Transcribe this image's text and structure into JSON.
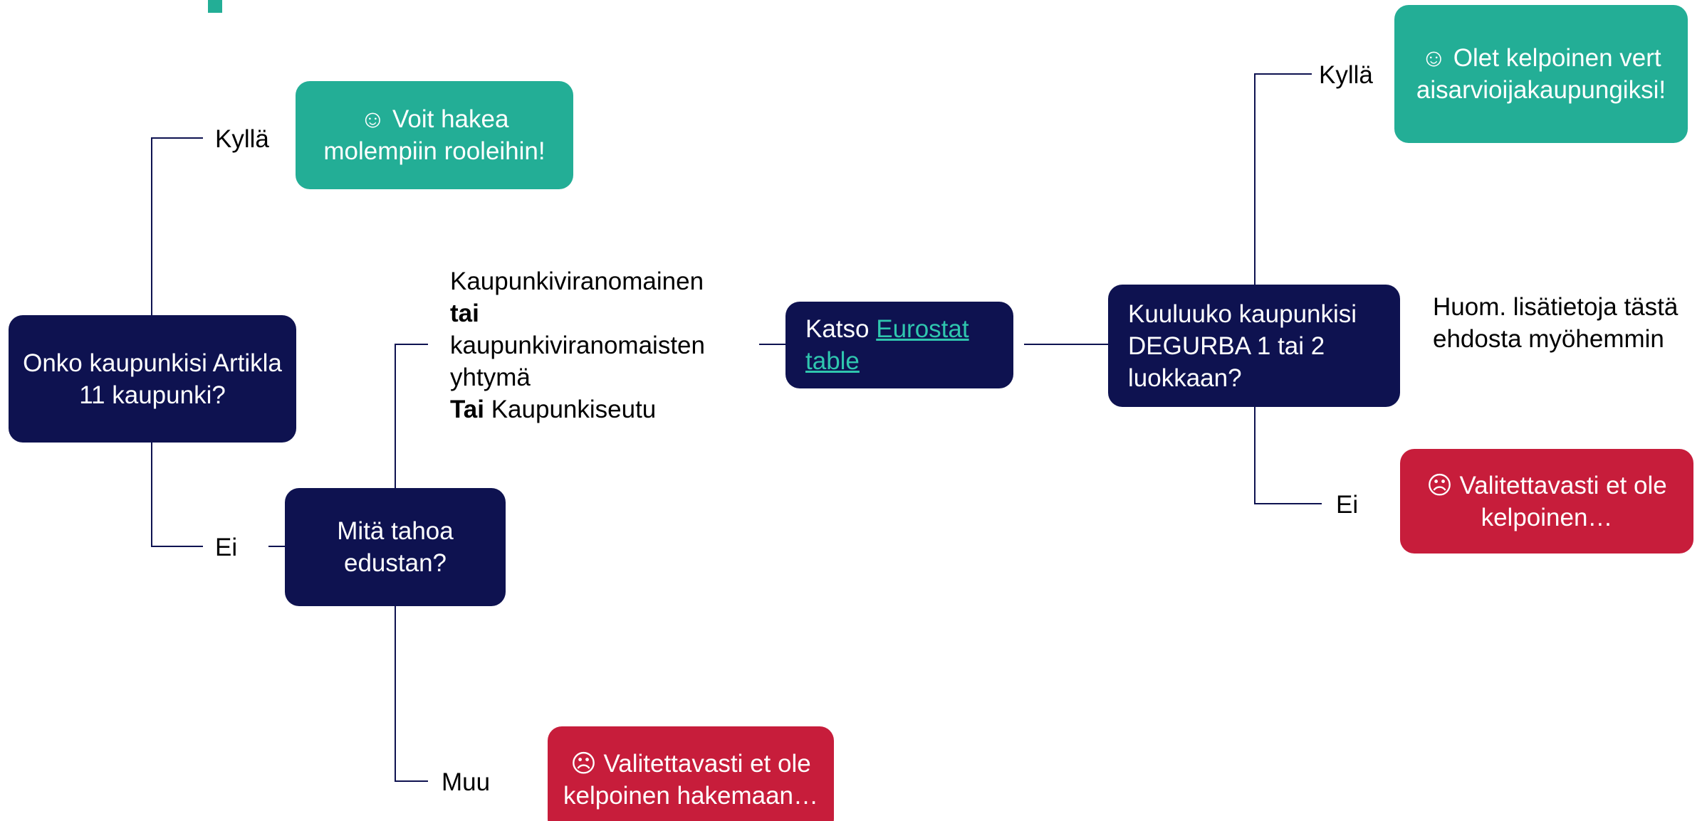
{
  "colors": {
    "navy": "#0e1250",
    "teal": "#23ae96",
    "red": "#c71d3b",
    "link": "#2fc6ae",
    "connector": "#0e1250"
  },
  "nodes": {
    "q_article11": "Onko kaupunkisi Artikla 11 kaupunki?",
    "yes_both_roles": "☺ Voit hakea molempiin rooleihin!",
    "q_which_entity": "Mitä tahoa edustan?",
    "no_muu": "☹ Valitettavasti et ole kelpoinen hakemaan…",
    "eurostat_prefix": "Katso ",
    "eurostat_link": "Eurostat table",
    "q_degurba": "Kuuluuko kaupunkisi DEGURBA 1 tai 2 luokkaan?",
    "yes_peer": "☺ Olet kelpoinen vertaisarvioijakaupungiksi!",
    "no_degurba": "☹ Valitettavasti et ole kelpoinen…"
  },
  "labels": {
    "yes_top": "Kyllä",
    "no_left": "Ei",
    "muu": "Muu",
    "yes_right": "Kyllä",
    "no_right": "Ei"
  },
  "entity_options": {
    "line1": "Kaupunkiviranomainen",
    "line2": "tai",
    "line3": "kaupunkiviranomaisten",
    "line4": "yhtymä",
    "line5_bold": "Tai",
    "line5_rest": " Kaupunkiseutu"
  },
  "note": {
    "line1": "Huom. lisätietoja tästä",
    "line2": "ehdosta myöhemmin"
  }
}
